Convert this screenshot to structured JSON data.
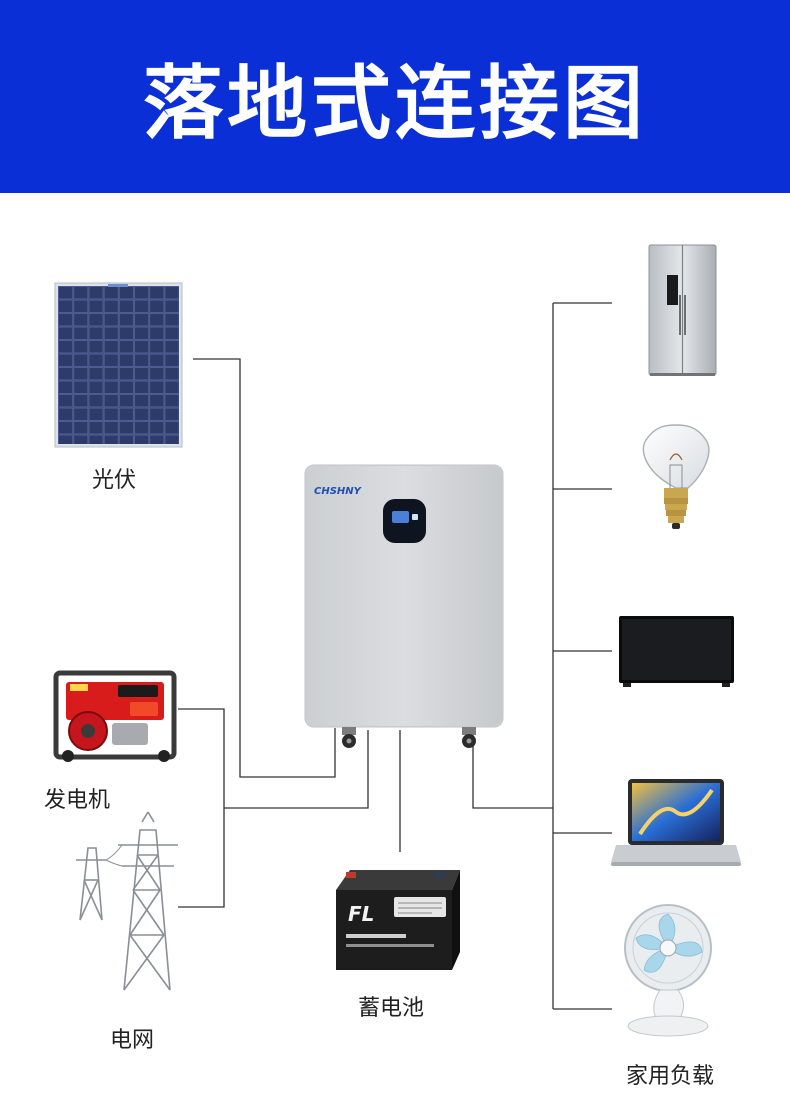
{
  "banner": {
    "title": "落地式连接图",
    "background": "#0a2fd6"
  },
  "device": {
    "brand": "CHSHNY",
    "icon": "inverter-battery-unit-icon",
    "brand_color": "#1f4fb5"
  },
  "sources": {
    "solar": {
      "label": "光伏",
      "icon": "solar-panel-icon"
    },
    "generator": {
      "label": "发电机",
      "icon": "generator-icon"
    },
    "grid": {
      "label": "电网",
      "icon": "power-tower-icon"
    }
  },
  "storage": {
    "label": "蓄电池",
    "icon": "lead-acid-battery-icon",
    "brand": "FL"
  },
  "loads": {
    "label": "家用负载",
    "items": [
      {
        "icon": "refrigerator-icon"
      },
      {
        "icon": "light-bulb-icon"
      },
      {
        "icon": "television-icon"
      },
      {
        "icon": "laptop-icon"
      },
      {
        "icon": "desk-fan-icon"
      }
    ]
  },
  "colors": {
    "wire": "#333333"
  }
}
